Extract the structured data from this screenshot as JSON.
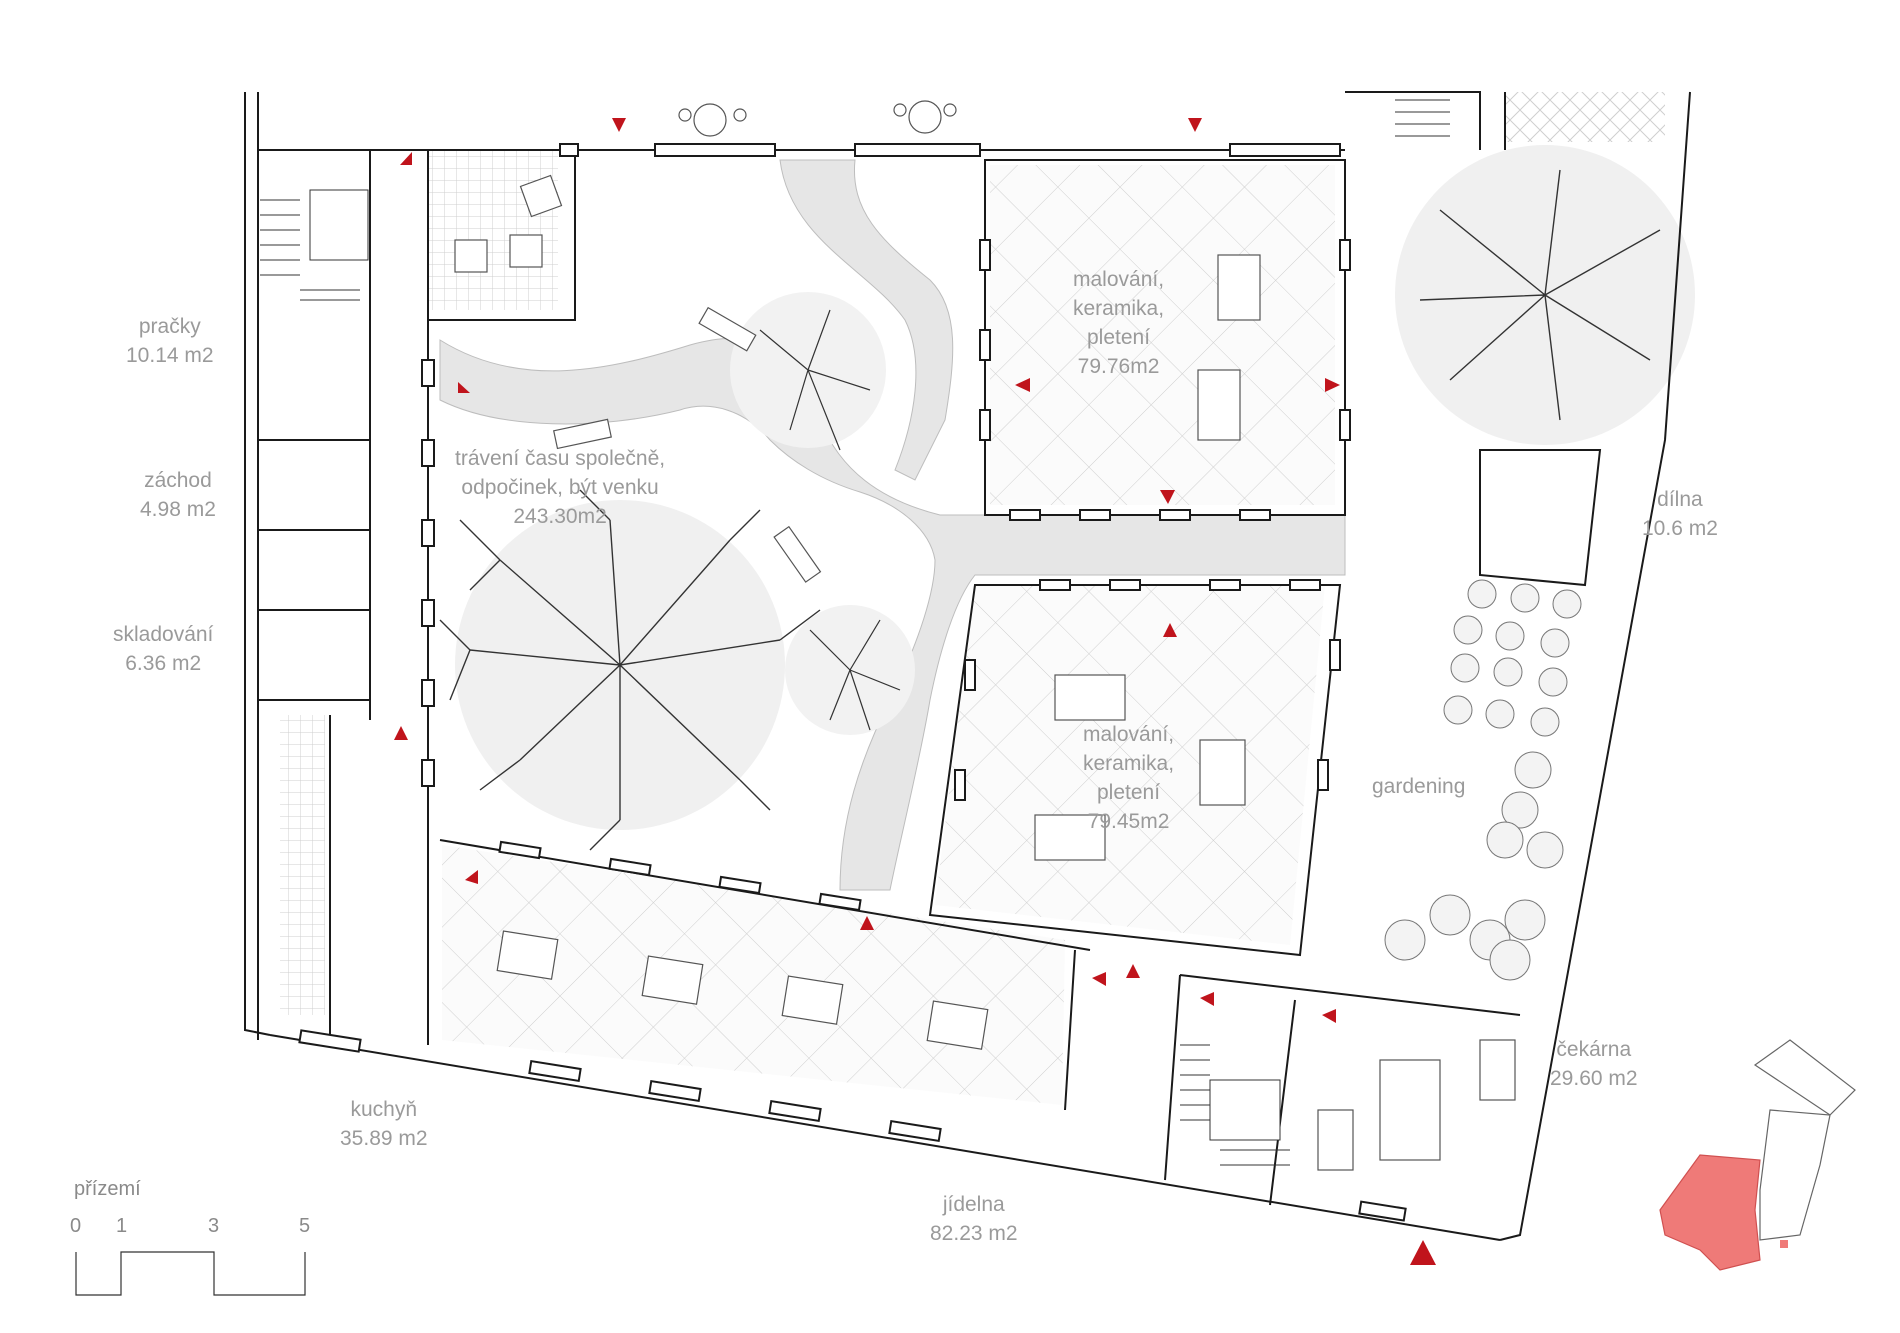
{
  "floor_label": "přízemí",
  "scale_bar": {
    "ticks": [
      "0",
      "1",
      "3",
      "5"
    ]
  },
  "rooms": {
    "washing": {
      "name": "pračky",
      "area": "10.14 m2"
    },
    "toilet": {
      "name": "záchod",
      "area": "4.98 m2"
    },
    "storage": {
      "name": "skladování",
      "area": "6.36 m2"
    },
    "courtyard": {
      "line1": "trávení času společně,",
      "line2": "odpočinek, být venku",
      "area": "243.30m2"
    },
    "studio_north": {
      "line1": "malování,",
      "line2": "keramika,",
      "line3": "pletení",
      "area": "79.76m2"
    },
    "studio_south": {
      "line1": "malování,",
      "line2": "keramika,",
      "line3": "pletení",
      "area": "79.45m2"
    },
    "workshop": {
      "name": "dílna",
      "area": "10.6 m2"
    },
    "garden": {
      "name": "gardening"
    },
    "waiting": {
      "name": "čekárna",
      "area": "29.60 m2"
    },
    "kitchen": {
      "name": "kuchyň",
      "area": "35.89 m2"
    },
    "dining": {
      "name": "jídelna",
      "area": "82.23 m2"
    }
  },
  "colors": {
    "wall": "#1a1a1a",
    "path": "#e6e6e6",
    "entrance_marker": "#c0141c",
    "highlight": "#ef7a78",
    "label": "#9a9a9a"
  }
}
